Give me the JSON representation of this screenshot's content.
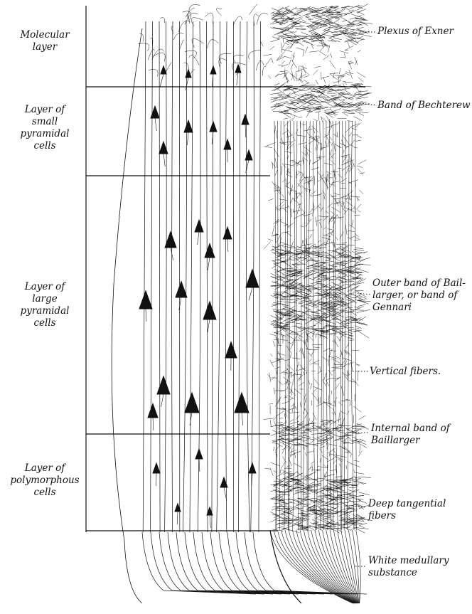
{
  "left_labels": {
    "molecular": "Molecular\nlayer",
    "small_pyramidal": "Layer of\nsmall\npyramidal\ncells",
    "large_pyramidal": "Layer of\nlarge\npyramidal\ncells",
    "polymorphous": "Layer of\npolymorphous\ncells"
  },
  "right_labels": {
    "plexus_exner": "Plexus of Exner",
    "band_bechterew": "Band of Bechterew",
    "outer_baillarger": "Outer band of Bail-\nlarger, or band of\nGennari",
    "vertical_fibers": "Vertical fibers.",
    "internal_baillarger": "Internal band of\nBaillarger",
    "deep_tangential": "Deep tangential\nfibers",
    "white_medullary": "White medullary\nsubstance"
  },
  "colors": {
    "ink": "#111111",
    "paper": "#ffffff"
  }
}
